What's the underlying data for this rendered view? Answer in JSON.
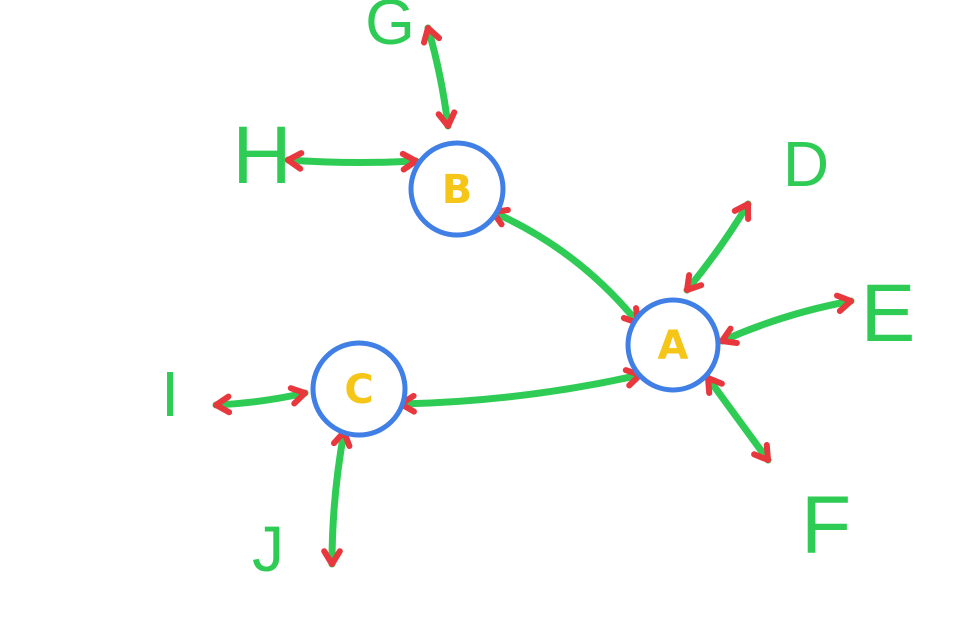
{
  "colors": {
    "edge": "#2ecc55",
    "arrowhead": "#e8383d",
    "node_stroke": "#3f7fe6",
    "node_label": "#f5c518",
    "leaf_label": "#2ecc55"
  },
  "diagram": {
    "nodes": [
      {
        "id": "A",
        "label": "A",
        "kind": "hub"
      },
      {
        "id": "B",
        "label": "B",
        "kind": "hub"
      },
      {
        "id": "C",
        "label": "C",
        "kind": "hub"
      },
      {
        "id": "D",
        "label": "D",
        "kind": "leaf"
      },
      {
        "id": "E",
        "label": "E",
        "kind": "leaf"
      },
      {
        "id": "F",
        "label": "F",
        "kind": "leaf"
      },
      {
        "id": "G",
        "label": "G",
        "kind": "leaf"
      },
      {
        "id": "H",
        "label": "H",
        "kind": "leaf"
      },
      {
        "id": "I",
        "label": "I",
        "kind": "leaf"
      },
      {
        "id": "J",
        "label": "J",
        "kind": "leaf"
      }
    ],
    "edges": [
      {
        "from": "A",
        "to": "B",
        "direction": "both"
      },
      {
        "from": "A",
        "to": "C",
        "direction": "both"
      },
      {
        "from": "A",
        "to": "D",
        "direction": "both"
      },
      {
        "from": "A",
        "to": "E",
        "direction": "both"
      },
      {
        "from": "A",
        "to": "F",
        "direction": "both"
      },
      {
        "from": "B",
        "to": "G",
        "direction": "both"
      },
      {
        "from": "B",
        "to": "H",
        "direction": "both"
      },
      {
        "from": "C",
        "to": "I",
        "direction": "both"
      },
      {
        "from": "C",
        "to": "J",
        "direction": "both"
      }
    ]
  }
}
